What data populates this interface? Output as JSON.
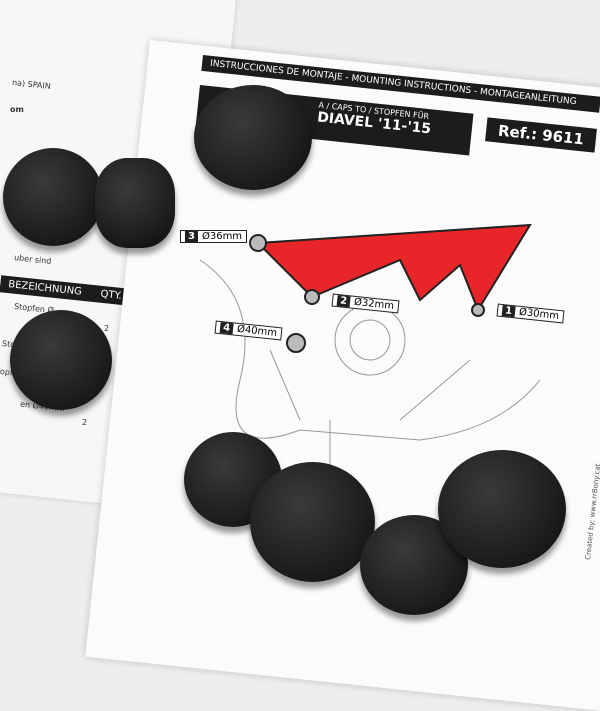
{
  "left_sheet": {
    "address": "na) SPAIN",
    "web": "om",
    "table_header": "BEZEICHNUNG",
    "qty_header": "QTY.",
    "rows": [
      "Stopfen Ø",
      "Stop",
      "opfe",
      "en Ø40mm"
    ],
    "qtys": [
      "2",
      "2"
    ],
    "note": "uber sind"
  },
  "main_sheet": {
    "header": "INSTRUCCIONES DE MONTAJE  -  MOUNTING INSTRUCTIONS - MONTAGEANLEITUNG",
    "subtitle": "A / CAPS TO / STOPFEN FÜR",
    "model": "DIAVEL '11-'15",
    "ref": "Ref.: 9611",
    "credit": "Created by: www.rrBony.cat"
  },
  "callouts": [
    {
      "n": "1",
      "size": "Ø30mm"
    },
    {
      "n": "2",
      "size": "Ø32mm"
    },
    {
      "n": "3",
      "size": "Ø36mm"
    },
    {
      "n": "4",
      "size": "Ø40mm"
    }
  ],
  "colors": {
    "frame": "#e8262a",
    "caps": "#1c1c1c",
    "paper": "#fbfbfb"
  }
}
